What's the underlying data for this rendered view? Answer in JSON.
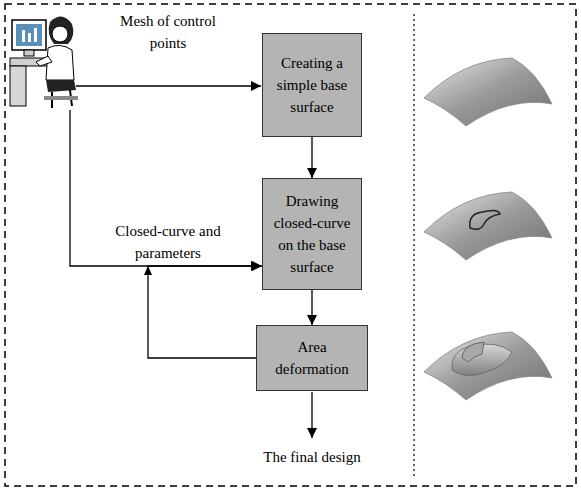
{
  "diagram": {
    "nodes": [
      {
        "text": [
          "Creating a simple base surface"
        ]
      },
      {
        "text": [
          "Drawing closed-curve on the base surface"
        ]
      },
      {
        "text": [
          "Area deformation"
        ]
      }
    ],
    "edges": [
      {
        "from": 0,
        "to": 1,
        "arrow": "to"
      },
      {
        "from": 1,
        "to": 2,
        "arrow": "to"
      },
      {
        "from": 2,
        "to": 1,
        "arrow": "to"
      }
    ],
    "labels": [
      "Mesh of control points",
      "Closed-curve and parameters",
      "The final design"
    ]
  }
}
